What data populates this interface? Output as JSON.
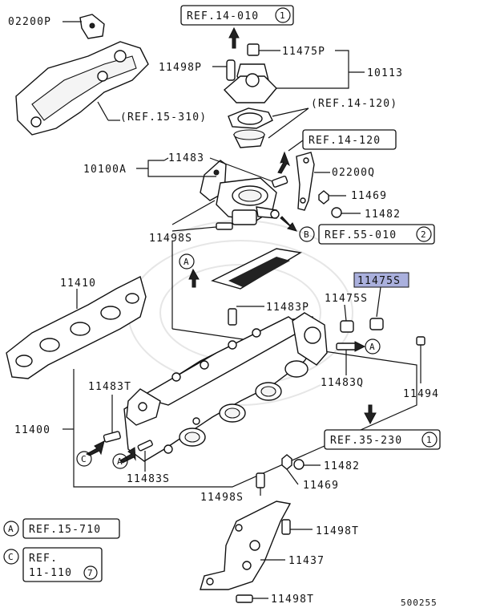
{
  "labels": {
    "p02200P": "02200P",
    "p11498P": "11498P",
    "p11475P": "11475P",
    "p10113": "10113",
    "ref15_310": "(REF.15-310)",
    "ref14_120a": "(REF.14-120)",
    "p10100A": "10100A",
    "p11483_top": "11483",
    "p02200Q": "02200Q",
    "p11469_top": "11469",
    "p11482_top": "11482",
    "p11498S_top": "11498S",
    "p11410": "11410",
    "p11483P": "11483P",
    "p11475S_a": "11475S",
    "p11475S_b": "11475S",
    "p11483Q": "11483Q",
    "p11494": "11494",
    "p11483T": "11483T",
    "p11400": "11400",
    "p11483S": "11483S",
    "p11482_bot": "11482",
    "p11469_bot": "11469",
    "p11498S_bot": "11498S",
    "p11498T_a": "11498T",
    "p11437": "11437",
    "p11498T_b": "11498T",
    "diagram_id": "500255"
  },
  "ref_boxes": {
    "ref14_010": "REF.14-010",
    "ref14_010_num": "1",
    "ref14_120b": "REF.14-120",
    "ref55_010": "REF.55-010",
    "ref55_010_num": "2",
    "ref35_230": "REF.35-230",
    "ref35_230_num": "1",
    "ref15_710": "REF.15-710",
    "ref11_110_top": "REF.",
    "ref11_110_bot": "11-110",
    "ref11_110_num": "7"
  },
  "markers": {
    "A": "A",
    "B": "B",
    "C": "C"
  },
  "highlight_color": "#aab0dd"
}
